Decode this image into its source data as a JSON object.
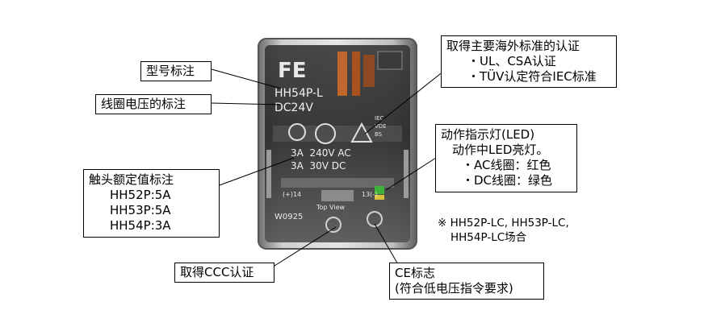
{
  "relay_photo": {
    "logo": "FE",
    "model": "HH54P-L",
    "voltage": "DC24V",
    "rating_ac": "3A  240V AC",
    "rating_dc": "3A  30V DC",
    "terminal_left": "(+)14",
    "terminal_right": "13(-)",
    "top_view": "Top View",
    "date_code": "W0925",
    "cert_marks": [
      "IEC",
      "VDE",
      "BS"
    ]
  },
  "callouts": {
    "model_label": "型号标注",
    "coil_voltage_label": "线圈电压的标注",
    "contact_rating": {
      "title": "触头额定值标注",
      "lines": [
        "HH52P:5A",
        "HH53P:5A",
        "HH54P:3A"
      ]
    },
    "ccc": "取得CCC认证",
    "overseas_cert": {
      "title": "取得主要海外标准的认证",
      "lines": [
        "・UL、CSA认证",
        "・TÜV认定符合IEC标准"
      ]
    },
    "led": {
      "title": "动作指示灯(LED)",
      "sub": "动作中LED亮灯。",
      "lines": [
        "・AC线圈：红色",
        "・DC线圈：绿色"
      ]
    },
    "led_note": [
      "※ HH52P-LC, HH53P-LC,",
      "HH54P-LC场合"
    ],
    "ce": {
      "title": "CE标志",
      "sub": "(符合低电压指令要求)"
    }
  }
}
